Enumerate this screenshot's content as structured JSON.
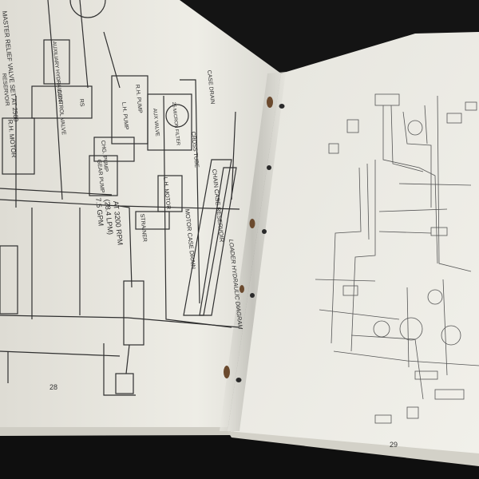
{
  "photo": {
    "subject": "Open service manual showing hydraulic and electrical schematic pages",
    "colors": {
      "background": "#141414",
      "paper": "#ecebe4",
      "ink": "#2f2f2f",
      "shadow": "#7a7a74"
    }
  },
  "left_page": {
    "page_number": "28",
    "labels": {
      "master_relief": "MASTER RELIEF VALVE SET AT 2500",
      "auxiliary_hydraulics": "AUXILIARY HYDRAULICS",
      "reservoir": "RESERVOIR",
      "control_valve": "CONTROL VALVE",
      "rs": "RS",
      "rh_pump": "R.H. PUMP",
      "lh_pump": "L.H. PUMP",
      "aux_valve": "AUX VALVE",
      "filter": "25 MICRON FILTER",
      "case_drain": "CASE DRAIN",
      "rh_motor": "R.H. MOTOR",
      "chg_pump": "CHG. PUMP",
      "gear_pump": "GEAR PUMP",
      "cross_tube": "CROSS TUBE",
      "lh_motor": "L.H. MOTOR",
      "flow_rating": "7.5 GPM",
      "flow_metric": "(28.4 LPM)",
      "rpm": "AT 3200 RPM",
      "strainer": "STRAINER",
      "motor_case_drain": "MOTOR CASE DRAIN",
      "chain_case_reservoir": "CHAIN CASE RESERVOIR",
      "diagram_title": "LOADER HYDRAULIC DIAGRAM"
    }
  },
  "right_page": {
    "page_number": "29"
  }
}
